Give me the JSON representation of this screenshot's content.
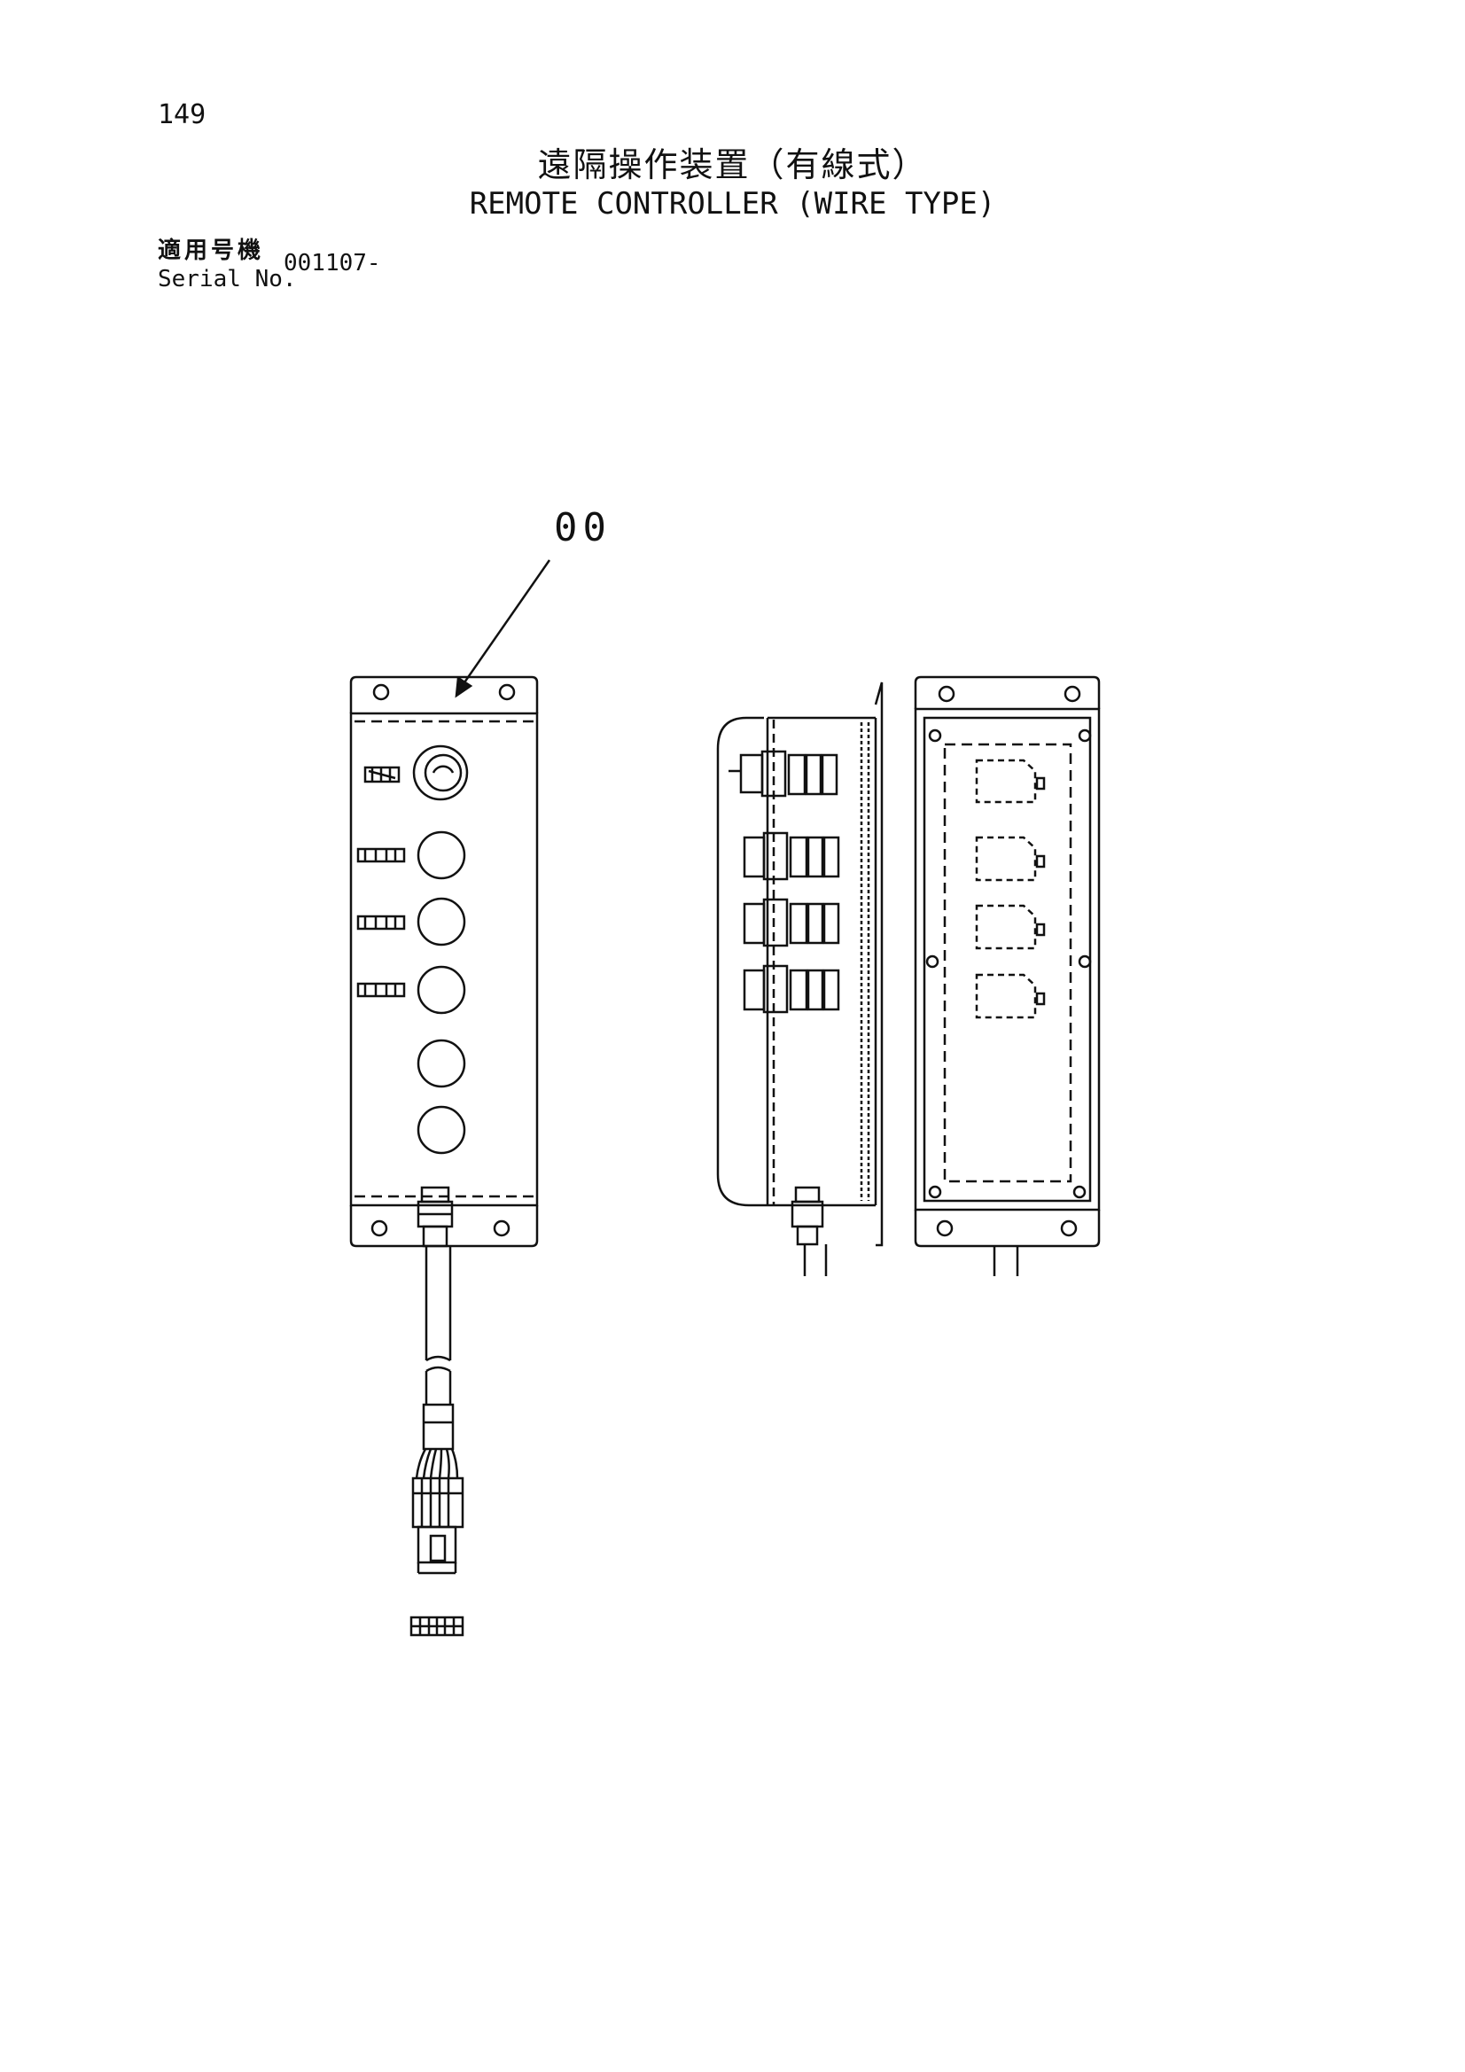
{
  "page_number": "149",
  "title_jp": "遠隔操作装置（有線式）",
  "title_en": "REMOTE CONTROLLER (WIRE TYPE)",
  "serial": {
    "label_jp": "適用号機",
    "label_en": "Serial No.",
    "value": "001107-"
  },
  "callout": {
    "label": "00"
  },
  "colors": {
    "ink": "#111111",
    "paper": "#ffffff"
  }
}
